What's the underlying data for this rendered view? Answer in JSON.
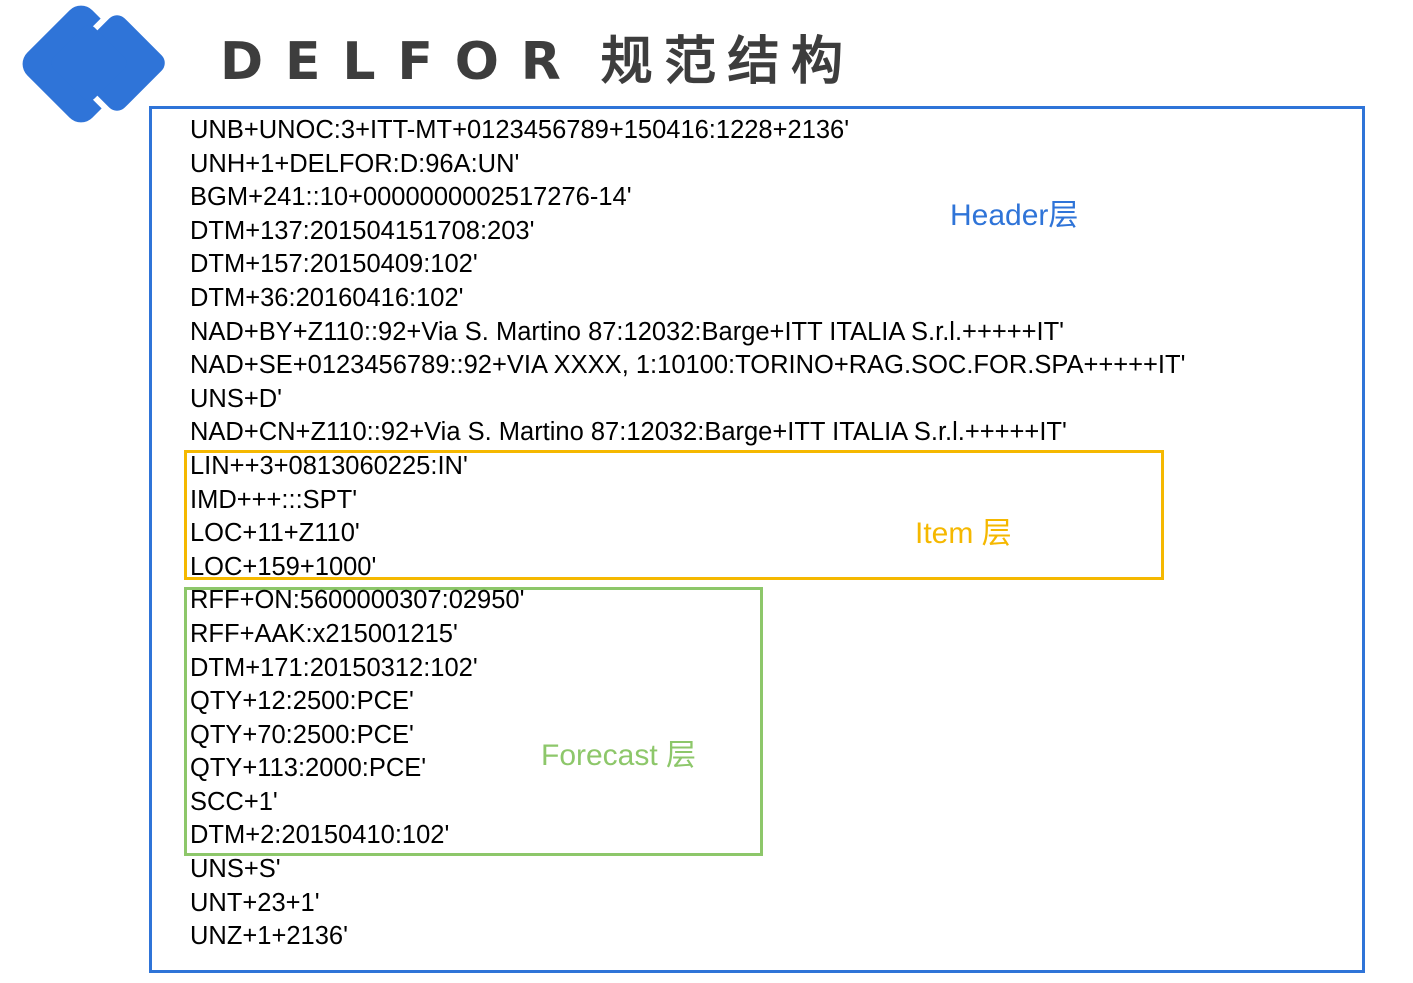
{
  "title": {
    "latin": "DELFOR",
    "cjk": "规范结构"
  },
  "colors": {
    "header": "#2f74d8",
    "item": "#f5b800",
    "forecast": "#8dc76a",
    "title_text": "#3d3d3d",
    "logo": "#2f74d8"
  },
  "logo": {
    "icon": "double-diamond-chevron-logo"
  },
  "labels": {
    "header": "Header层",
    "item": "Item 层",
    "forecast": "Forecast 层"
  },
  "segments": [
    "UNB+UNOC:3+ITT-MT+0123456789+150416:1228+2136'",
    "UNH+1+DELFOR:D:96A:UN'",
    "BGM+241::10+0000000002517276-14'",
    "DTM+137:201504151708:203'",
    "DTM+157:20150409:102'",
    "DTM+36:20160416:102'",
    "NAD+BY+Z110::92+Via S. Martino 87:12032:Barge+ITT ITALIA S.r.l.+++++IT'",
    "NAD+SE+0123456789::92+VIA XXXX, 1:10100:TORINO+RAG.SOC.FOR.SPA+++++IT'",
    "UNS+D'",
    "NAD+CN+Z110::92+Via S. Martino 87:12032:Barge+ITT ITALIA S.r.l.+++++IT'",
    "LIN++3+0813060225:IN'",
    "IMD+++:::SPT'",
    "LOC+11+Z110'",
    "LOC+159+1000'",
    "RFF+ON:5600000307:02950'",
    "RFF+AAK:x215001215'",
    "DTM+171:20150312:102'",
    "QTY+12:2500:PCE'",
    "QTY+70:2500:PCE'",
    "QTY+113:2000:PCE'",
    "SCC+1'",
    "DTM+2:20150410:102'",
    "UNS+S'",
    "UNT+23+1'",
    "UNZ+1+2136'"
  ]
}
